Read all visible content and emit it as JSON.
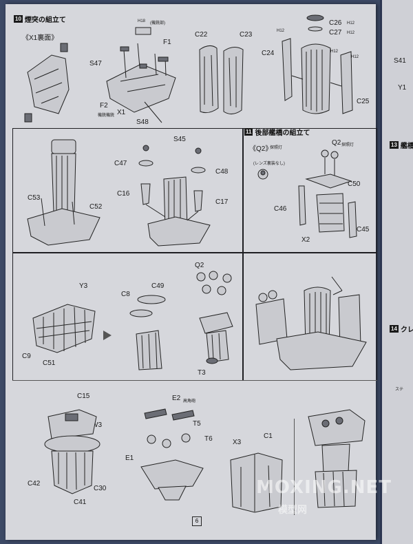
{
  "header1": {
    "num": "10",
    "title": "煙突の組立て"
  },
  "header2": {
    "num": "11",
    "title": "後部艦橋の組立て"
  },
  "header_right": {
    "num": "13",
    "title": "艦橋"
  },
  "header_right2": {
    "num": "14",
    "title": "クレ"
  },
  "x1_reverse": "《X1裏面》",
  "q2_note": "《Q2》",
  "q2_small": "探照灯",
  "lens_note": "(レンズ裏装なし)",
  "q2_small2": "探照灯",
  "h18_note": "(機銃部)",
  "f2_note": "機銃機銃",
  "e2_note": "高角砲",
  "page_number": "6",
  "watermark_en": "MOXING.NET",
  "watermark_zh": "模型网",
  "parts": {
    "h18": "H18",
    "f1": "F1",
    "s47": "S47",
    "f2": "F2",
    "x1": "X1",
    "s48": "S48",
    "c22": "C22",
    "c23": "C23",
    "c26": "C26",
    "h12a": "H12",
    "c27": "C27",
    "h12b": "H12",
    "h12c": "H12",
    "c24": "C24",
    "h12d": "H12",
    "c25": "C25",
    "h12e": "H12",
    "s45": "S45",
    "c47": "C47",
    "c48": "C48",
    "c16": "C16",
    "c17": "C17",
    "c53": "C53",
    "c52": "C52",
    "q2": "Q2",
    "c50": "C50",
    "c46": "C46",
    "x2": "X2",
    "c45": "C45",
    "y3": "Y3",
    "c49": "C49",
    "c8": "C8",
    "q2b": "Q2",
    "c9": "C9",
    "c51": "C51",
    "t3": "T3",
    "c15": "C15",
    "w3": "W3",
    "c42": "C42",
    "c30": "C30",
    "c41": "C41",
    "e2": "E2",
    "t5": "T5",
    "t6": "T6",
    "e1": "E1",
    "x3": "X3",
    "c1": "C1",
    "s41": "S41",
    "y1": "Y1"
  },
  "right_fragments": {
    "ste": "ステ"
  }
}
